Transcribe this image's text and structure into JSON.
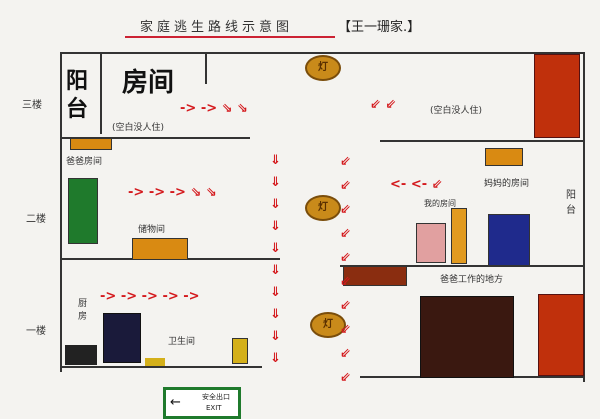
{
  "title": "家庭逃生路线示意图",
  "family": "【王一珊家.】",
  "floors": {
    "third": "三楼",
    "second": "二楼",
    "first": "一楼"
  },
  "rooms": {
    "balcony_left": "阳台",
    "room": "房间",
    "empty_left": "(空白没人住)",
    "empty_right": "(空白没人住)",
    "dad_room": "爸爸房间",
    "storage": "储物间",
    "mom_room": "妈妈的房间",
    "my_room": "我的房间",
    "balcony_right": "阳台",
    "kitchen": "厨房",
    "bathroom": "卫生间",
    "dad_work": "爸爸工作的地方"
  },
  "lamp": "灯",
  "exit": {
    "label": "安全出口",
    "sub": "EXIT"
  },
  "colors": {
    "arrow": "#d4191d",
    "green": "#1f7a2c",
    "red": "#c0300c",
    "orange": "#d98a12",
    "blue": "#1f2a8c"
  }
}
